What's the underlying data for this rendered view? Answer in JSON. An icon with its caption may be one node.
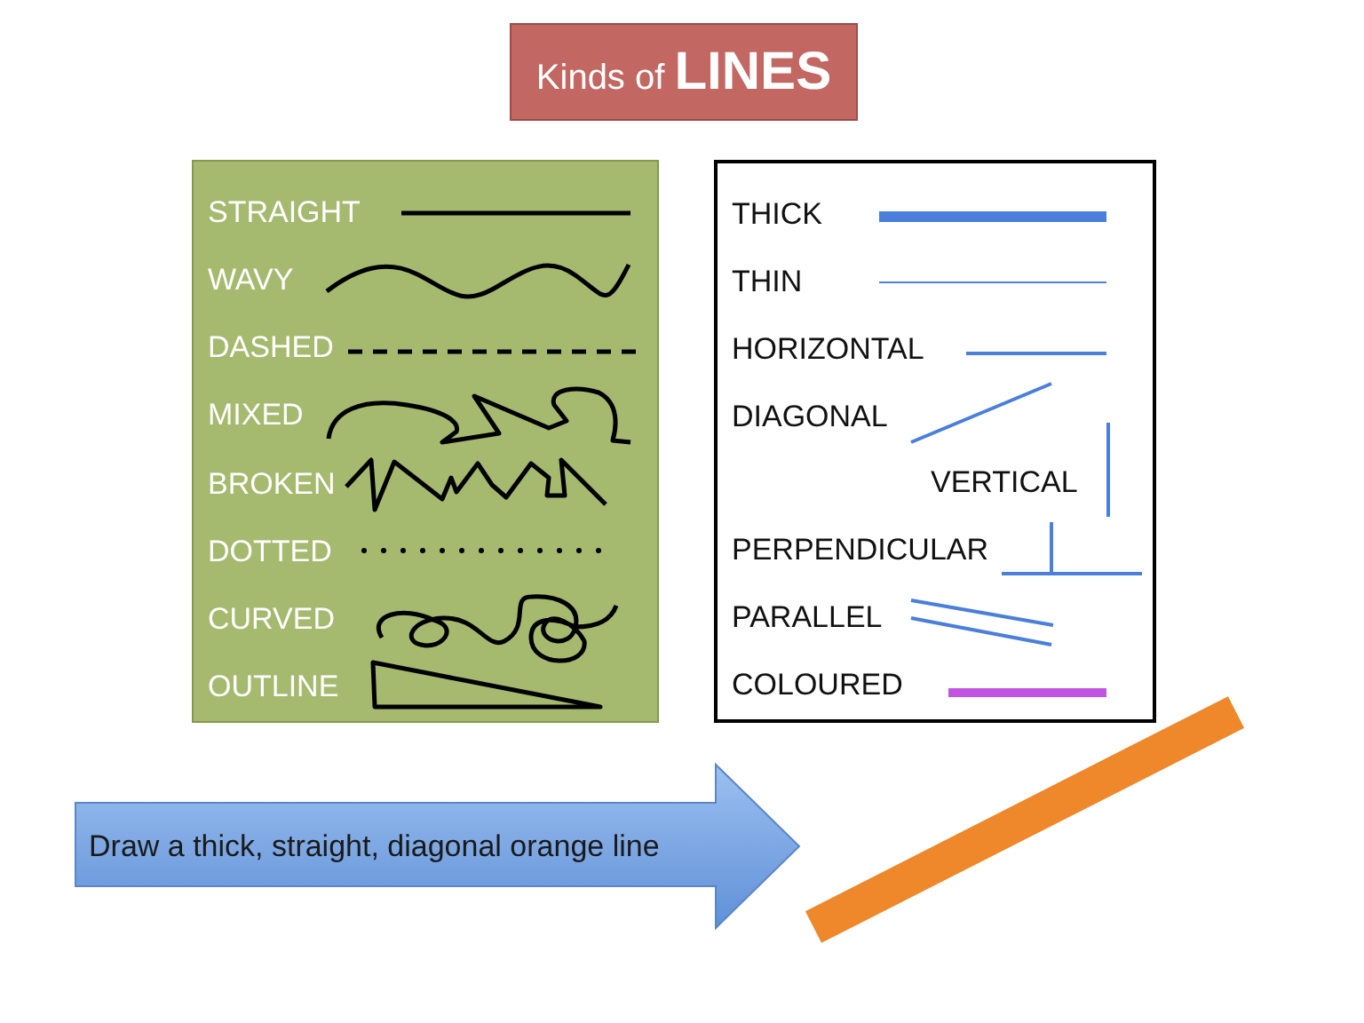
{
  "diagram": {
    "nodes": [
      {
        "text": [
          "Kinds of **LINES**"
        ]
      },
      {
        "text": [
          "STRAIGHT",
          "WAVY",
          "DASHED",
          "MIXED",
          "BROKEN",
          "DOTTED",
          "CURVED",
          "OUTLINE"
        ]
      },
      {
        "text": [
          "THICK",
          "THIN",
          "HORIZONTAL",
          "DIAGONAL",
          "VERTICAL",
          "PERPENDICULAR",
          "PARALLEL",
          "COLOURED"
        ]
      },
      {
        "text": [
          "Draw a thick, straight, diagonal orange line"
        ]
      }
    ]
  }
}
